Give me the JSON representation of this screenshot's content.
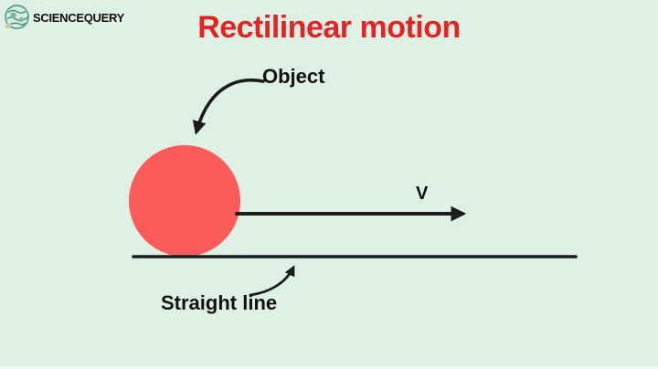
{
  "page": {
    "title": "Rectilinear motion"
  },
  "logo": {
    "brand": "SCIENCEQUERY",
    "icon": "globe-science-icon"
  },
  "diagram": {
    "object_label": "Object",
    "velocity_label": "V",
    "line_label": "Straight line",
    "shapes": {
      "object": "red-circle",
      "ground": "horizontal-straight-line",
      "velocity_arrow": "right-pointing-arrow",
      "object_pointer": "curved-arrow-to-circle",
      "line_pointer": "curved-arrow-to-line"
    }
  },
  "colors": {
    "background": "#dff1e4",
    "title_red": "#e32424",
    "object_fill": "#fc5b5b",
    "ink": "#1c1c1c",
    "logo_teal": "#4a9a86"
  }
}
